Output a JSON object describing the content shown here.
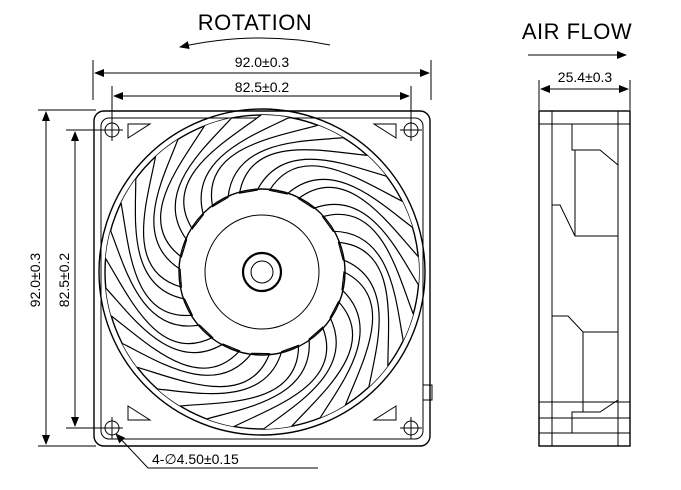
{
  "front_view": {
    "rotation_label": "ROTATION",
    "outer_width_dim": "92.0±0.3",
    "hole_spacing_width_dim": "82.5±0.2",
    "outer_height_dim": "92.0±0.3",
    "hole_spacing_height_dim": "82.5±0.2",
    "mounting_hole_note": "4-∅4.50±0.15",
    "blade_count": 17
  },
  "side_view": {
    "airflow_label": "AIR FLOW",
    "depth_dim": "25.4±0.3"
  }
}
